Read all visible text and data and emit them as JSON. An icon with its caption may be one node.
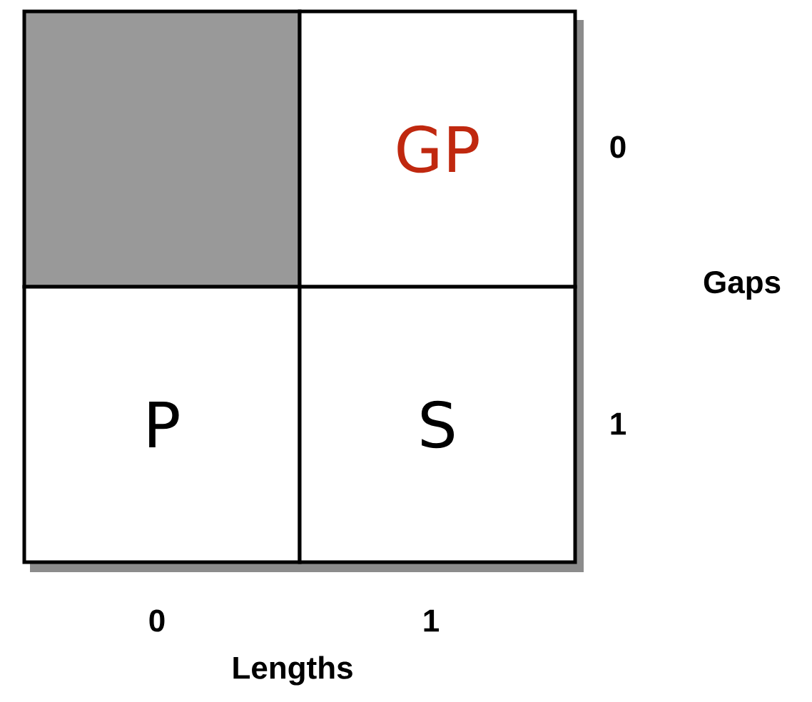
{
  "diagram": {
    "nodes": [
      {
        "text": [],
        "shape": "box"
      },
      {
        "text": [
          "GP"
        ]
      },
      {
        "text": [
          "P"
        ]
      },
      {
        "text": [
          "S"
        ]
      }
    ],
    "labels": [
      "0",
      "Gaps",
      "1",
      "0",
      "1",
      "Lengths"
    ]
  }
}
